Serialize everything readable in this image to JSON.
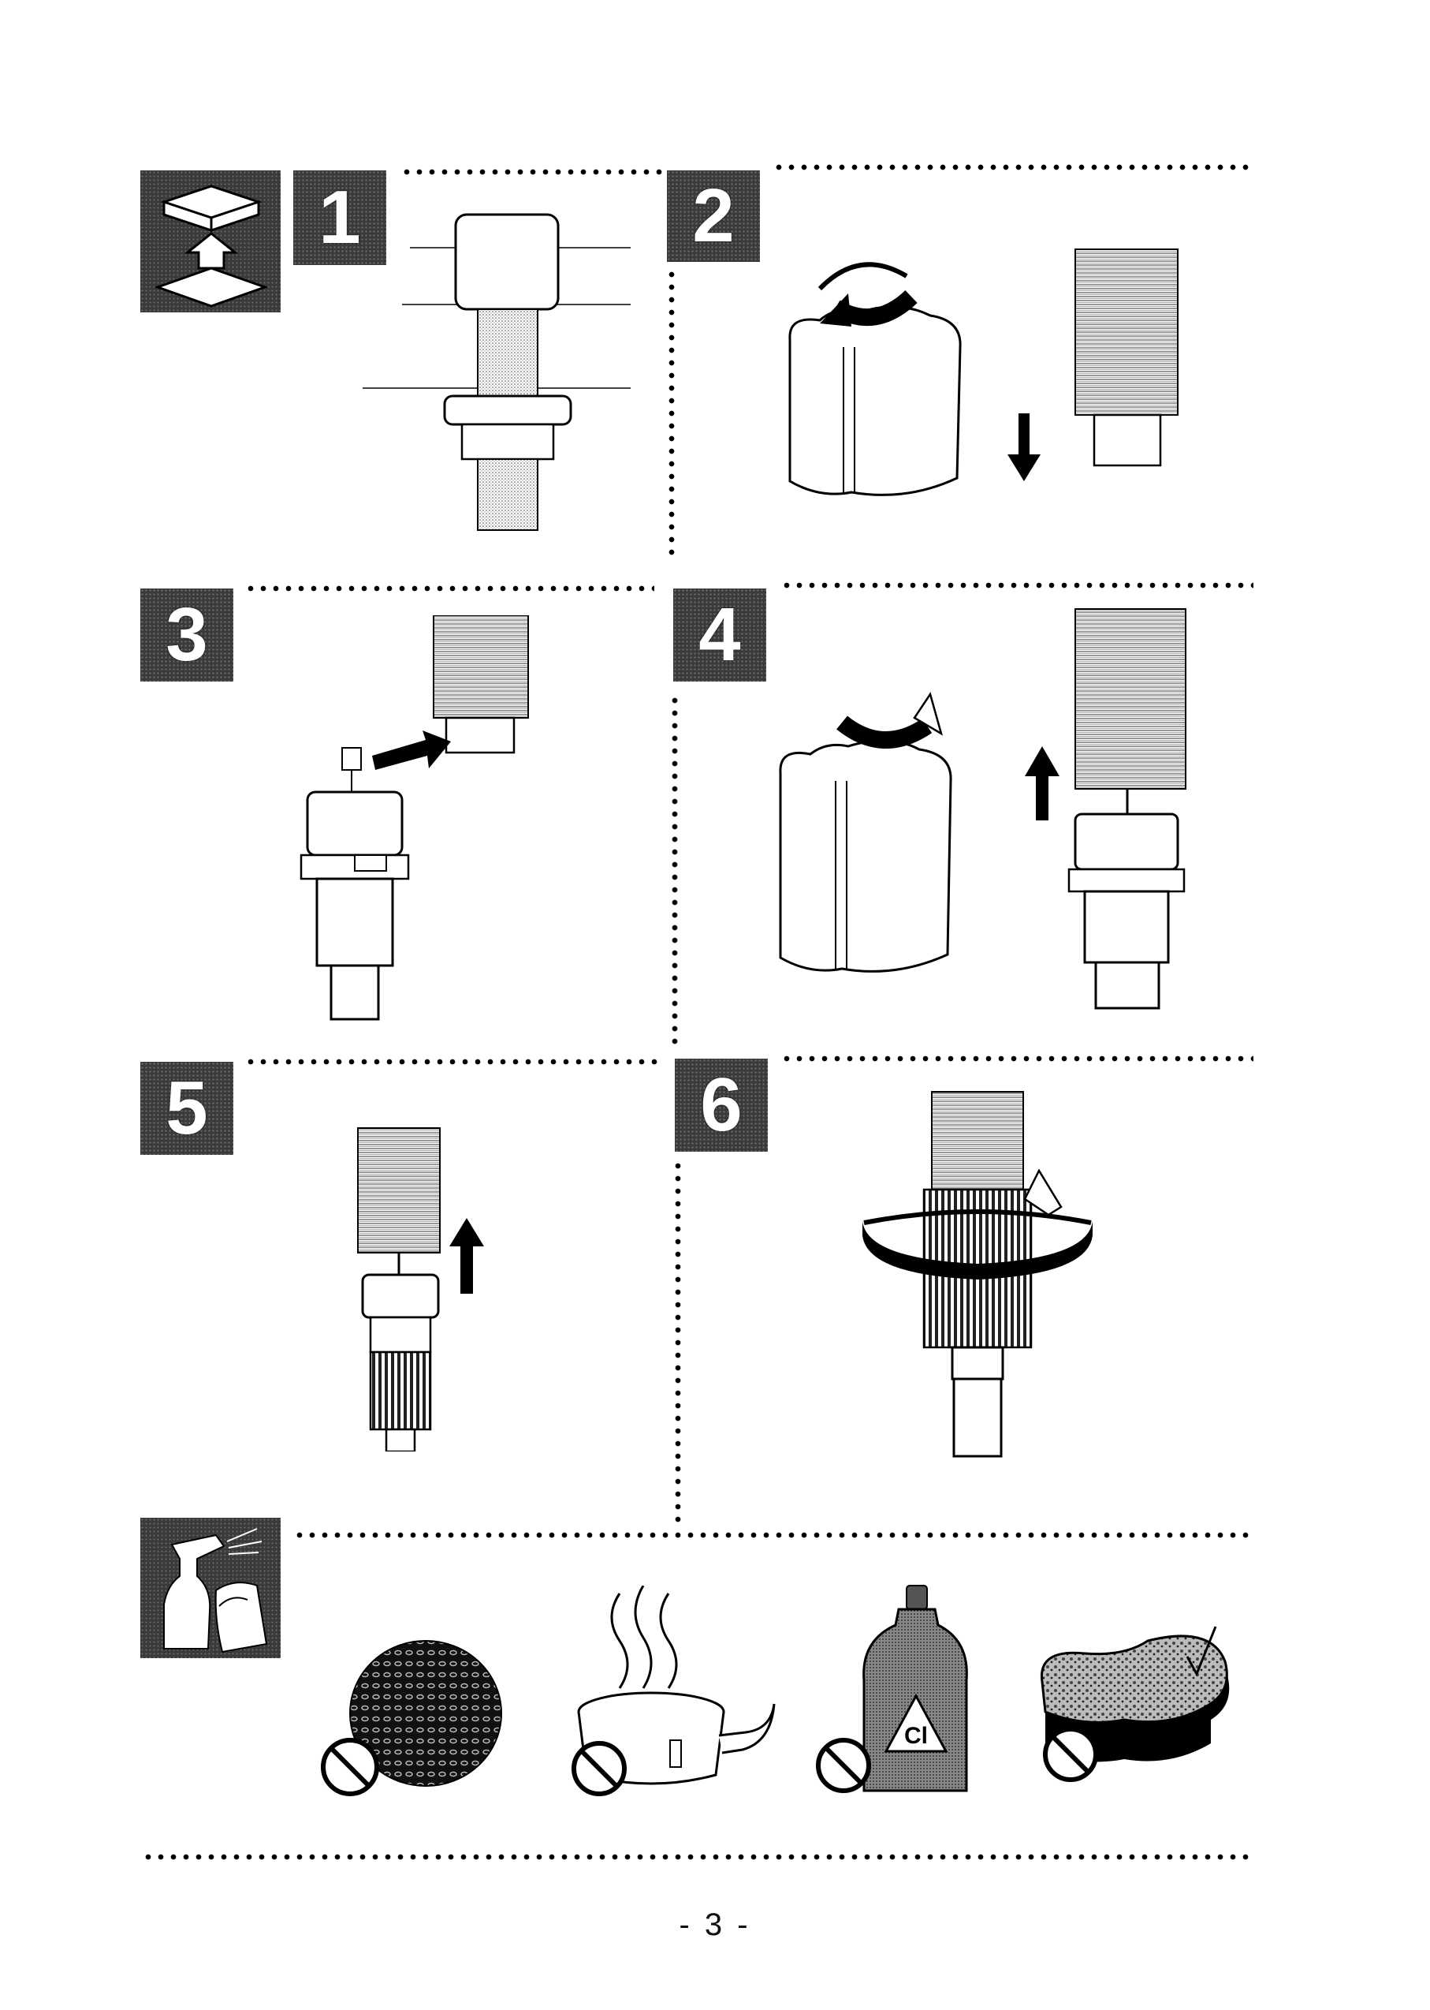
{
  "steps": [
    {
      "number": "1"
    },
    {
      "number": "2"
    },
    {
      "number": "3"
    },
    {
      "number": "4"
    },
    {
      "number": "5"
    },
    {
      "number": "6"
    }
  ],
  "warnings": {
    "bleach_label": "Cl"
  },
  "icons": {
    "assembly": "remove-install-icon",
    "cleaning": "spray-bottle-cloth-icon",
    "prohibited": "no-symbol-icon"
  },
  "page_number": "- 3 -"
}
